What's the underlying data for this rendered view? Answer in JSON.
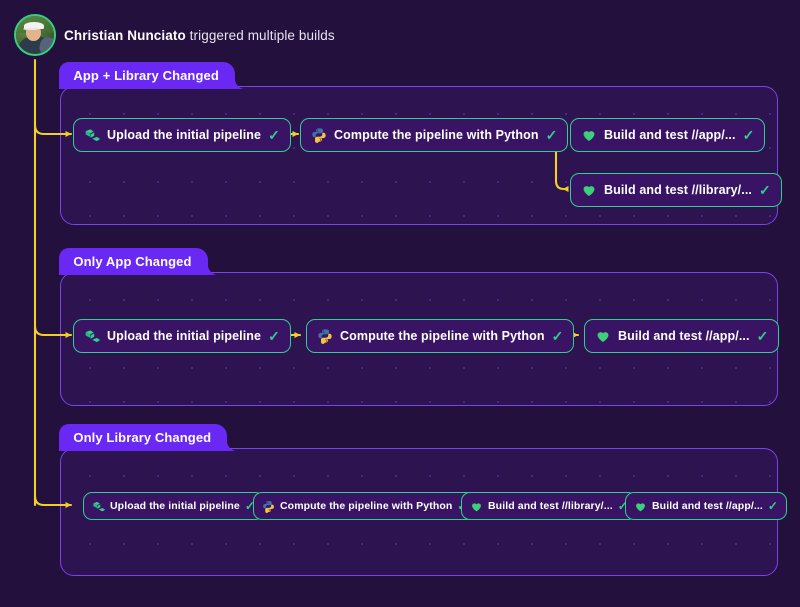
{
  "header": {
    "actor": "Christian Nunciato",
    "action": "triggered multiple builds",
    "avatar_name": "user-avatar"
  },
  "colors": {
    "page_bg": "#23103c",
    "group_bg": "#2e1351",
    "group_border": "#7b42f0",
    "tab_bg": "#6a28f5",
    "node_bg": "#3a1464",
    "node_border": "#2fcf8c",
    "wire": "#f2d024",
    "check": "#2fcf8c",
    "text": "#ffffff"
  },
  "status_check": "✓",
  "groups": [
    {
      "label": "App + Library Changed",
      "nodes": [
        {
          "label": "Upload the initial pipeline",
          "icon": "buildkite-icon",
          "status": "✓"
        },
        {
          "label": "Compute the pipeline with Python",
          "icon": "python-icon",
          "status": "✓"
        },
        {
          "label": "Build and test //app/...",
          "icon": "green-heart-icon",
          "status": "✓"
        },
        {
          "label": "Build and test //library/...",
          "icon": "green-heart-icon",
          "status": "✓"
        }
      ]
    },
    {
      "label": "Only App Changed",
      "nodes": [
        {
          "label": "Upload the initial pipeline",
          "icon": "buildkite-icon",
          "status": "✓"
        },
        {
          "label": "Compute the pipeline with Python",
          "icon": "python-icon",
          "status": "✓"
        },
        {
          "label": "Build and test //app/...",
          "icon": "green-heart-icon",
          "status": "✓"
        }
      ]
    },
    {
      "label": "Only Library Changed",
      "nodes": [
        {
          "label": "Upload the initial pipeline",
          "icon": "buildkite-icon",
          "status": "✓"
        },
        {
          "label": "Compute the pipeline with Python",
          "icon": "python-icon",
          "status": "✓"
        },
        {
          "label": "Build and test //library/...",
          "icon": "green-heart-icon",
          "status": "✓"
        },
        {
          "label": "Build and test //app/...",
          "icon": "green-heart-icon",
          "status": "✓"
        }
      ]
    }
  ]
}
